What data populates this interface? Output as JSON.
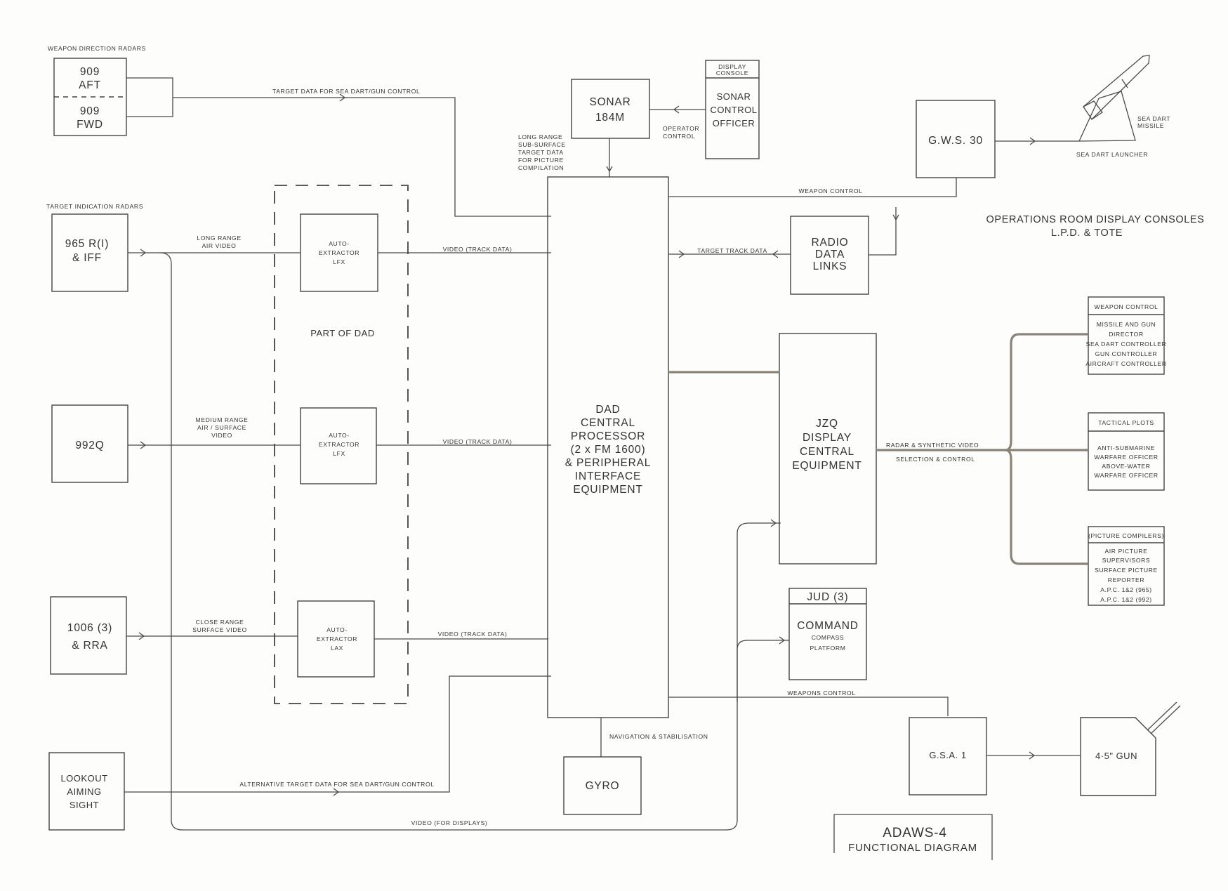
{
  "title": {
    "main": "ADAWS-4",
    "sub": "FUNCTIONAL DIAGRAM"
  },
  "section_labels": {
    "weapon_direction_radars": "WEAPON DIRECTION RADARS",
    "target_indication_radars": "TARGET INDICATION RADARS",
    "part_of_dad": "PART OF DAD",
    "ops_room_line1": "OPERATIONS ROOM DISPLAY CONSOLES",
    "ops_room_line2": "L.P.D. & TOTE"
  },
  "blocks": {
    "radar_909_aft": [
      "909",
      "AFT"
    ],
    "radar_909_fwd": [
      "909",
      "FWD"
    ],
    "radar_965": [
      "965 R(I)",
      "& IFF"
    ],
    "radar_992q": [
      "992Q"
    ],
    "radar_1006": [
      "1006 (3)",
      "& RRA"
    ],
    "lookout": [
      "LOOKOUT",
      "AIMING",
      "SIGHT"
    ],
    "extractor_1": [
      "AUTO-",
      "EXTRACTOR",
      "LFX"
    ],
    "extractor_2": [
      "AUTO-",
      "EXTRACTOR",
      "LFX"
    ],
    "extractor_3": [
      "AUTO-",
      "EXTRACTOR",
      "LAX"
    ],
    "sonar": [
      "SONAR",
      "184M"
    ],
    "sonar_console_header": [
      "DISPLAY",
      "CONSOLE"
    ],
    "sonar_console": [
      "SONAR",
      "CONTROL",
      "OFFICER"
    ],
    "dad_cpu": [
      "DAD",
      "CENTRAL",
      "PROCESSOR",
      "(2 x FM 1600)",
      "& PERIPHERAL",
      "INTERFACE",
      "EQUIPMENT"
    ],
    "gyro": [
      "GYRO"
    ],
    "gws30": [
      "G.W.S. 30"
    ],
    "radio": [
      "RADIO",
      "DATA",
      "LINKS"
    ],
    "jzq": [
      "JZQ",
      "DISPLAY",
      "CENTRAL",
      "EQUIPMENT"
    ],
    "jud_header": [
      "JUD (3)"
    ],
    "jud": [
      "COMMAND",
      "COMPASS",
      "PLATFORM"
    ],
    "gsa1": [
      "G.S.A. 1"
    ],
    "gun": [
      "4·5\" GUN"
    ],
    "console_weapon_header": [
      "WEAPON CONTROL"
    ],
    "console_weapon": [
      "MISSILE AND GUN",
      "DIRECTOR",
      "SEA DART CONTROLLER",
      "GUN CONTROLLER",
      "AIRCRAFT CONTROLLER"
    ],
    "console_tactical_header": [
      "TACTICAL PLOTS"
    ],
    "console_tactical": [
      "ANTI-SUBMARINE",
      "WARFARE OFFICER",
      "ABOVE-WATER",
      "WARFARE OFFICER"
    ],
    "console_picture_header": [
      "(PICTURE COMPILERS)"
    ],
    "console_picture": [
      "AIR PICTURE",
      "SUPERVISORS",
      "SURFACE PICTURE",
      "REPORTER",
      "A.P.C. 1&2 (965)",
      "A.P.C. 1&2 (992)"
    ]
  },
  "connection_labels": {
    "target_data_sea_dart": "TARGET DATA FOR SEA DART/GUN CONTROL",
    "long_range_air_video": [
      "LONG RANGE",
      "AIR VIDEO"
    ],
    "medium_range_video": [
      "MEDIUM RANGE",
      "AIR / SURFACE",
      "VIDEO"
    ],
    "close_range_video": [
      "CLOSE RANGE",
      "SURFACE VIDEO"
    ],
    "video_track_data_1": "VIDEO (TRACK DATA)",
    "video_track_data_2": "VIDEO (TRACK DATA)",
    "video_track_data_3": "VIDEO (TRACK DATA)",
    "alt_target_data": "ALTERNATIVE TARGET DATA FOR SEA DART/GUN CONTROL",
    "video_for_displays": "VIDEO (FOR DISPLAYS)",
    "sonar_subsurface": [
      "LONG RANGE",
      "SUB-SURFACE",
      "TARGET DATA",
      "FOR PICTURE",
      "COMPILATION"
    ],
    "operator_control": [
      "OPERATOR",
      "CONTROL"
    ],
    "weapon_control": "WEAPON CONTROL",
    "target_track_data": "TARGET TRACK DATA",
    "radar_synthetic_video": [
      "RADAR & SYNTHETIC VIDEO",
      "SELECTION & CONTROL"
    ],
    "navigation_stabilisation": "NAVIGATION & STABILISATION",
    "weapons_control": "WEAPONS CONTROL"
  },
  "illustrations": {
    "missile_label": [
      "SEA DART",
      "MISSILE"
    ],
    "launcher_label": "SEA DART LAUNCHER"
  }
}
